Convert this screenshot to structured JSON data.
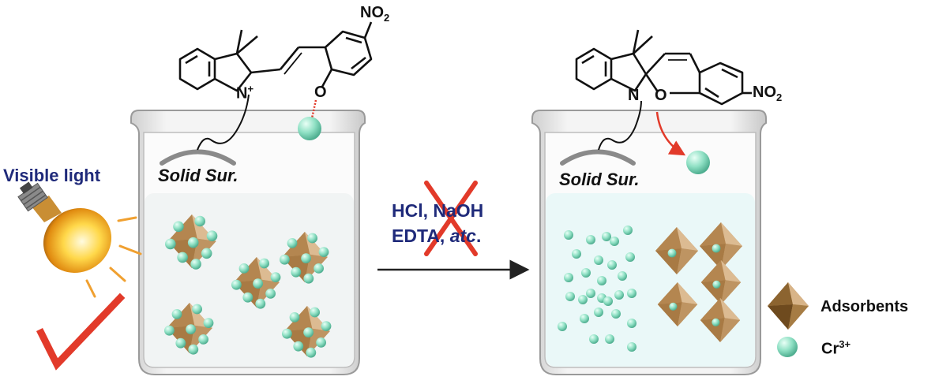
{
  "left_beaker": {
    "surface_label": "Solid Sur.",
    "atom_N": "N",
    "atom_O": "O",
    "charge": "+",
    "nitro_group": "NO",
    "nitro_subscript": "2"
  },
  "right_beaker": {
    "surface_label": "Solid Sur.",
    "atom_N": "N",
    "atom_O": "O",
    "nitro_group": "NO",
    "nitro_subscript": "2"
  },
  "light": {
    "label": "Visible light"
  },
  "reagents": {
    "line1": "HCl, NaOH",
    "line2_prefix": "EDTA, ",
    "line2_italic": "atc",
    "line2_suffix": "."
  },
  "legend": {
    "adsorbents_label": "Adsorbents",
    "ion_symbol": "Cr",
    "ion_charge": "3+"
  },
  "colors": {
    "ion": "#8fe0c4",
    "adsorbent": "#c9a070",
    "cross": "#e23a2a",
    "check": "#e23a2a",
    "label_navy": "#1f2a7a",
    "water_left": "#f3f5f5",
    "water_right": "#eefafa"
  }
}
